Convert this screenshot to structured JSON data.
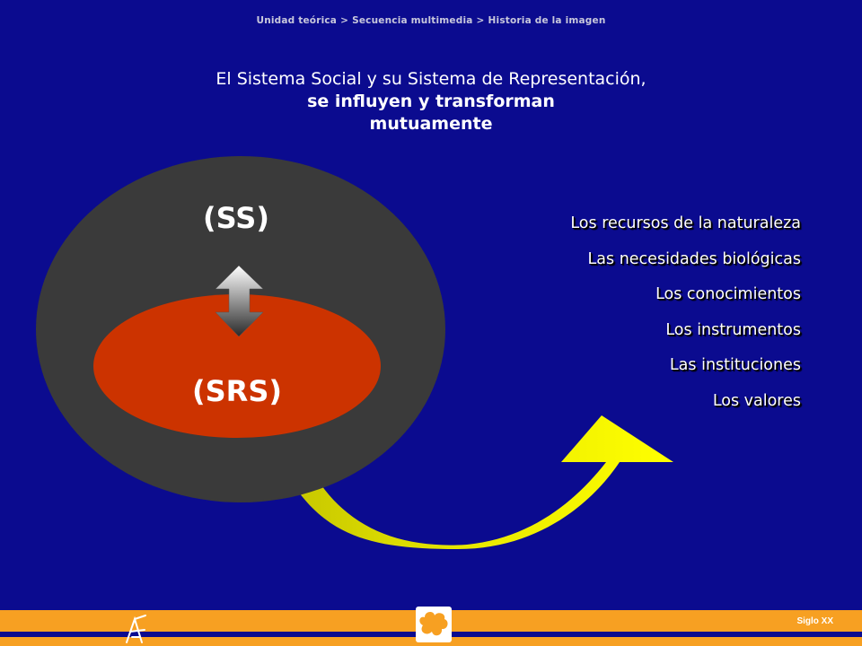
{
  "breadcrumb": {
    "items": [
      "Unidad teórica",
      "Secuencia multimedia",
      "Historia de la imagen"
    ],
    "separator": ">"
  },
  "title": {
    "line1": "El Sistema Social y su Sistema de Representación,",
    "line2": "se influyen y transforman",
    "line3": "mutuamente"
  },
  "diagram": {
    "outer_label": "(SS)",
    "inner_label": "(SRS)",
    "colors": {
      "background": "#0b0b8f",
      "outer_circle": "#3a3a3a",
      "inner_circle": "#cc3300",
      "curved_arrow": "#ffff00"
    },
    "icons": [
      "double-arrow-icon",
      "curved-arrow-icon"
    ]
  },
  "list": {
    "items": [
      "Los recursos de la naturaleza",
      "Las necesidades biológicas",
      "Los conocimientos",
      "Los instrumentos",
      "Las instituciones",
      "Los valores"
    ]
  },
  "footer": {
    "label": "Siglo XX",
    "colors": {
      "bar": "#f7a022"
    },
    "icons": [
      "figure-logo-icon",
      "blob-logo-icon"
    ]
  }
}
